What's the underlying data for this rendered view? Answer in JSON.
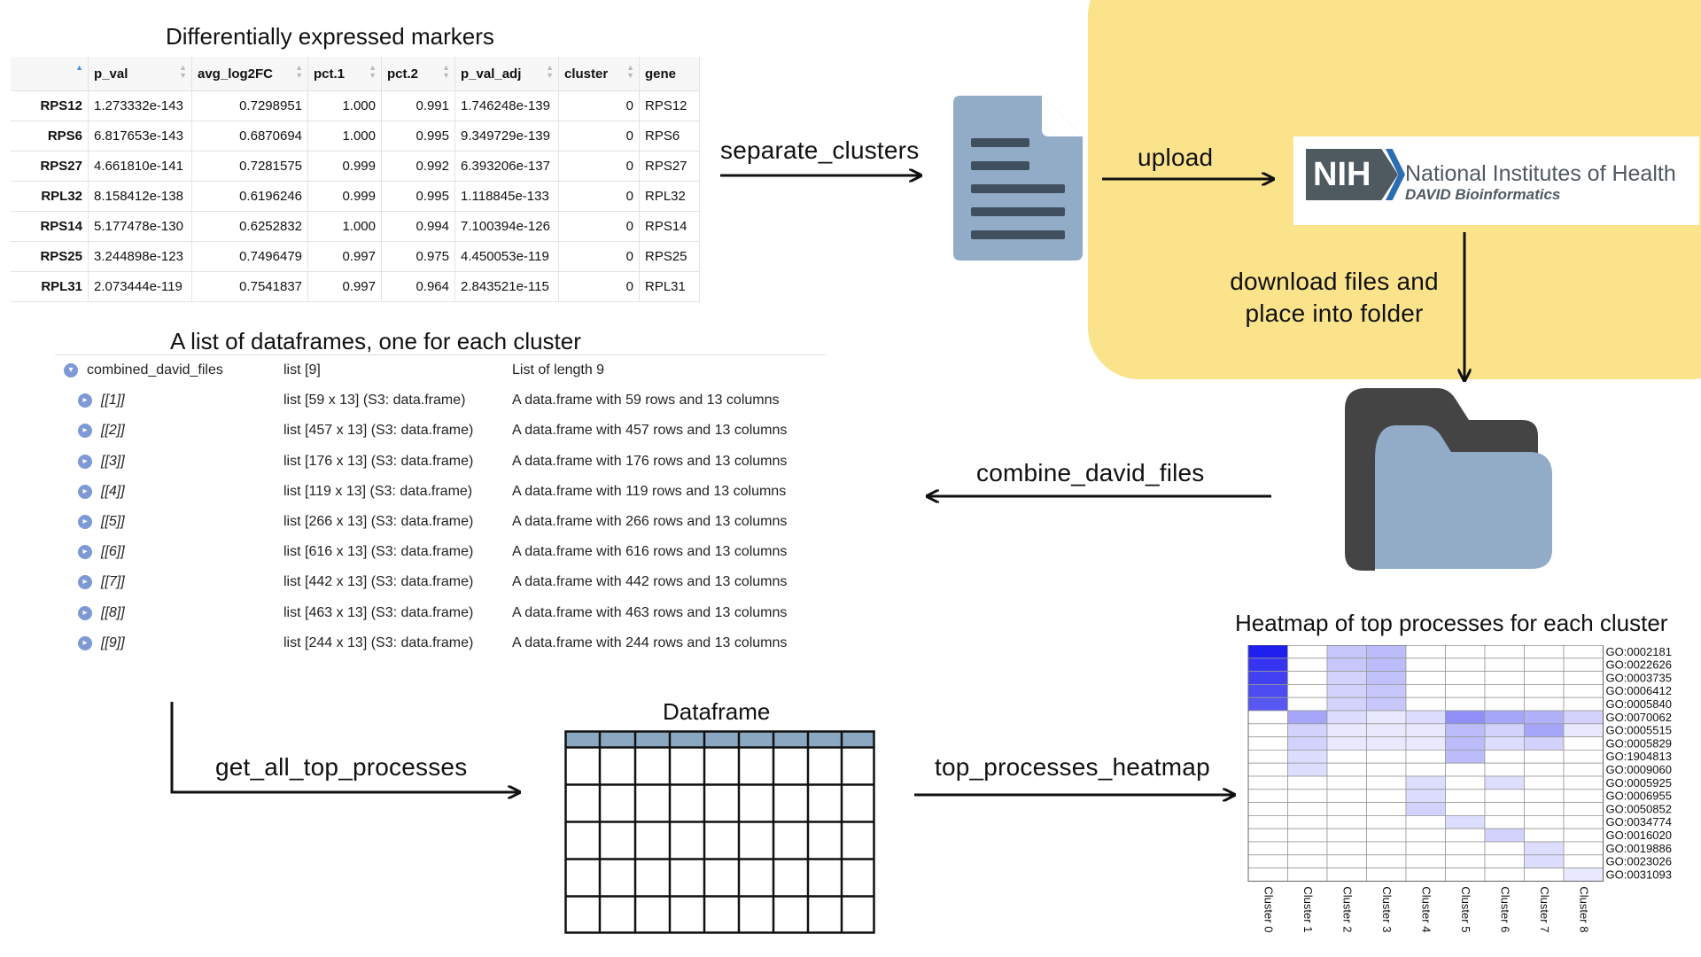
{
  "titles": {
    "markers": "Differentially expressed markers",
    "list": "A list of dataframes, one for each cluster",
    "dataframe": "Dataframe",
    "heatmap": "Heatmap of top processes for each cluster"
  },
  "steps": {
    "separate_clusters": "separate_clusters",
    "upload": "upload",
    "download_line1": "download files and",
    "download_line2": "place into folder",
    "combine": "combine_david_files",
    "get_all": "get_all_top_processes",
    "heatmap_fn": "top_processes_heatmap"
  },
  "nih": {
    "badge": "NIH",
    "name": "National Institutes of Health",
    "sub": "DAVID Bioinformatics"
  },
  "markers_table": {
    "columns": [
      "p_val",
      "avg_log2FC",
      "pct.1",
      "pct.2",
      "p_val_adj",
      "cluster",
      "gene"
    ],
    "rows": [
      {
        "name": "RPS12",
        "p_val": "1.273332e-143",
        "avg_log2FC": "0.7298951",
        "pct1": "1.000",
        "pct2": "0.991",
        "p_val_adj": "1.746248e-139",
        "cluster": "0",
        "gene": "RPS12"
      },
      {
        "name": "RPS6",
        "p_val": "6.817653e-143",
        "avg_log2FC": "0.6870694",
        "pct1": "1.000",
        "pct2": "0.995",
        "p_val_adj": "9.349729e-139",
        "cluster": "0",
        "gene": "RPS6"
      },
      {
        "name": "RPS27",
        "p_val": "4.661810e-141",
        "avg_log2FC": "0.7281575",
        "pct1": "0.999",
        "pct2": "0.992",
        "p_val_adj": "6.393206e-137",
        "cluster": "0",
        "gene": "RPS27"
      },
      {
        "name": "RPL32",
        "p_val": "8.158412e-138",
        "avg_log2FC": "0.6196246",
        "pct1": "0.999",
        "pct2": "0.995",
        "p_val_adj": "1.118845e-133",
        "cluster": "0",
        "gene": "RPL32"
      },
      {
        "name": "RPS14",
        "p_val": "5.177478e-130",
        "avg_log2FC": "0.6252832",
        "pct1": "1.000",
        "pct2": "0.994",
        "p_val_adj": "7.100394e-126",
        "cluster": "0",
        "gene": "RPS14"
      },
      {
        "name": "RPS25",
        "p_val": "3.244898e-123",
        "avg_log2FC": "0.7496479",
        "pct1": "0.997",
        "pct2": "0.975",
        "p_val_adj": "4.450053e-119",
        "cluster": "0",
        "gene": "RPS25"
      },
      {
        "name": "RPL31",
        "p_val": "2.073444e-119",
        "avg_log2FC": "0.7541837",
        "pct1": "0.997",
        "pct2": "0.964",
        "p_val_adj": "2.843521e-115",
        "cluster": "0",
        "gene": "RPL31"
      }
    ]
  },
  "list_tree": {
    "root": {
      "name": "combined_david_files",
      "type": "list [9]",
      "value": "List of length 9"
    },
    "items": [
      {
        "name": "[[1]]",
        "type": "list [59 x 13] (S3: data.frame)",
        "value": "A data.frame with 59 rows and 13 columns"
      },
      {
        "name": "[[2]]",
        "type": "list [457 x 13] (S3: data.frame)",
        "value": "A data.frame with 457 rows and 13 columns"
      },
      {
        "name": "[[3]]",
        "type": "list [176 x 13] (S3: data.frame)",
        "value": "A data.frame with 176 rows and 13 columns"
      },
      {
        "name": "[[4]]",
        "type": "list [119 x 13] (S3: data.frame)",
        "value": "A data.frame with 119 rows and 13 columns"
      },
      {
        "name": "[[5]]",
        "type": "list [266 x 13] (S3: data.frame)",
        "value": "A data.frame with 266 rows and 13 columns"
      },
      {
        "name": "[[6]]",
        "type": "list [616 x 13] (S3: data.frame)",
        "value": "A data.frame with 616 rows and 13 columns"
      },
      {
        "name": "[[7]]",
        "type": "list [442 x 13] (S3: data.frame)",
        "value": "A data.frame with 442 rows and 13 columns"
      },
      {
        "name": "[[8]]",
        "type": "list [463 x 13] (S3: data.frame)",
        "value": "A data.frame with 463 rows and 13 columns"
      },
      {
        "name": "[[9]]",
        "type": "list [244 x 13] (S3: data.frame)",
        "value": "A data.frame with 244 rows and 13 columns"
      }
    ]
  },
  "heatmap": {
    "columns": [
      "Cluster 0",
      "Cluster 1",
      "Cluster 2",
      "Cluster 3",
      "Cluster 4",
      "Cluster 5",
      "Cluster 6",
      "Cluster 7",
      "Cluster 8"
    ],
    "rows": [
      "GO:0002181",
      "GO:0022626",
      "GO:0003735",
      "GO:0006412",
      "GO:0005840",
      "GO:0070062",
      "GO:0005515",
      "GO:0005829",
      "GO:1904813",
      "GO:0009060",
      "GO:0005925",
      "GO:0006955",
      "GO:0050852",
      "GO:0034774",
      "GO:0016020",
      "GO:0019886",
      "GO:0023026",
      "GO:0031093"
    ],
    "values": [
      [
        1.0,
        0,
        0.25,
        0.3,
        0,
        0,
        0,
        0,
        0
      ],
      [
        0.9,
        0,
        0.25,
        0.3,
        0,
        0,
        0,
        0,
        0
      ],
      [
        0.85,
        0,
        0.2,
        0.28,
        0,
        0,
        0,
        0,
        0
      ],
      [
        0.8,
        0,
        0.2,
        0.25,
        0,
        0,
        0,
        0,
        0
      ],
      [
        0.75,
        0,
        0.2,
        0.25,
        0,
        0,
        0,
        0,
        0
      ],
      [
        0,
        0.4,
        0.15,
        0.1,
        0.15,
        0.5,
        0.4,
        0.35,
        0.2
      ],
      [
        0,
        0.2,
        0.1,
        0.1,
        0.1,
        0.3,
        0.2,
        0.4,
        0.1
      ],
      [
        0,
        0.2,
        0.1,
        0.1,
        0.1,
        0.3,
        0.15,
        0.2,
        0
      ],
      [
        0,
        0.15,
        0,
        0,
        0,
        0.3,
        0,
        0,
        0
      ],
      [
        0,
        0.15,
        0,
        0,
        0,
        0,
        0,
        0,
        0
      ],
      [
        0,
        0,
        0,
        0,
        0.15,
        0,
        0.15,
        0,
        0
      ],
      [
        0,
        0,
        0,
        0,
        0.15,
        0,
        0,
        0,
        0
      ],
      [
        0,
        0,
        0,
        0,
        0.2,
        0,
        0,
        0,
        0
      ],
      [
        0,
        0,
        0,
        0,
        0,
        0.15,
        0,
        0,
        0
      ],
      [
        0,
        0,
        0,
        0,
        0,
        0,
        0.2,
        0,
        0
      ],
      [
        0,
        0,
        0,
        0,
        0,
        0,
        0,
        0.15,
        0
      ],
      [
        0,
        0,
        0,
        0,
        0,
        0,
        0,
        0.15,
        0
      ],
      [
        0,
        0,
        0,
        0,
        0,
        0,
        0,
        0,
        0.1
      ]
    ],
    "high_color": "#1f1fef",
    "low_color": "#ffffff"
  },
  "colors": {
    "panel": "#fbe38c",
    "doc": "#92abc7",
    "folder_back": "#444444",
    "folder_front": "#92abc7",
    "df_header": "#8aa8c2"
  },
  "icons": {
    "document": "document-icon",
    "folder": "folder-icon"
  }
}
